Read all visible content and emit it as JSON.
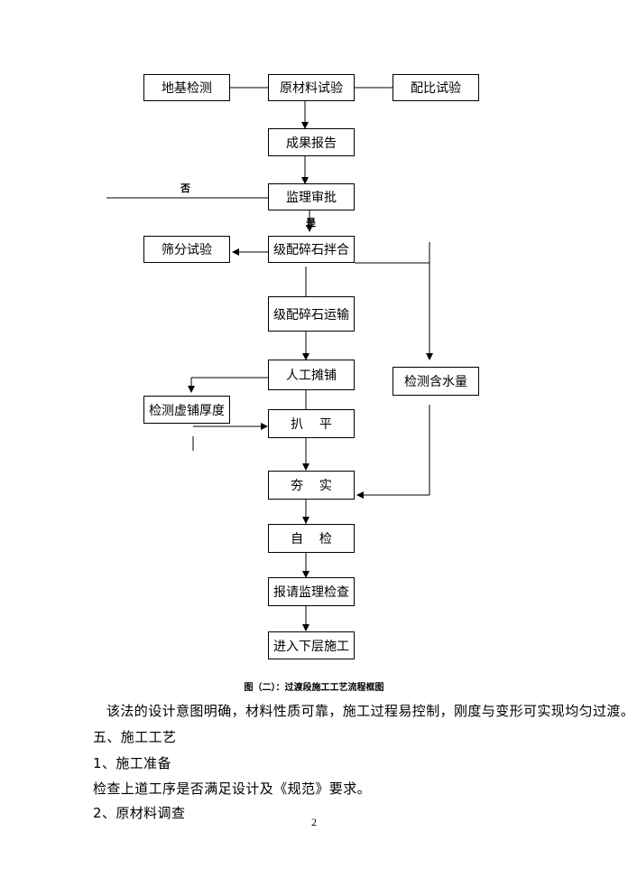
{
  "flowchart": {
    "boxes": {
      "foundation_test": "地基检测",
      "material_test": "原材料试验",
      "mix_test": "配比试验",
      "result_report": "成果报告",
      "supervisor_approval": "监理审批",
      "sieve_test": "筛分试验",
      "gravel_mixing": "级配碎石拌合",
      "gravel_transport": "级配碎石运输",
      "manual_spreading": "人工摊铺",
      "loose_thickness_check": "检测虚铺厚度",
      "leveling": "扒    平",
      "moisture_check": "检测含水量",
      "compaction": "夯    实",
      "self_check": "自    检",
      "supervisor_inspection": "报请监理检查",
      "next_layer": "进入下层施工"
    },
    "labels": {
      "no": "否",
      "yes": "是"
    },
    "caption": "图（二）：过渡段施工工艺流程框图"
  },
  "body": {
    "paragraph": "该法的设计意图明确，材料性质可靠，施工过程易控制，刚度与变形可实现均匀过渡。",
    "section_heading": "五、施工工艺",
    "item1": "1、施工准备",
    "item1_text": "检查上道工序是否满足设计及《规范》要求。",
    "item2": "2、原材料调查"
  },
  "page_number": "2"
}
